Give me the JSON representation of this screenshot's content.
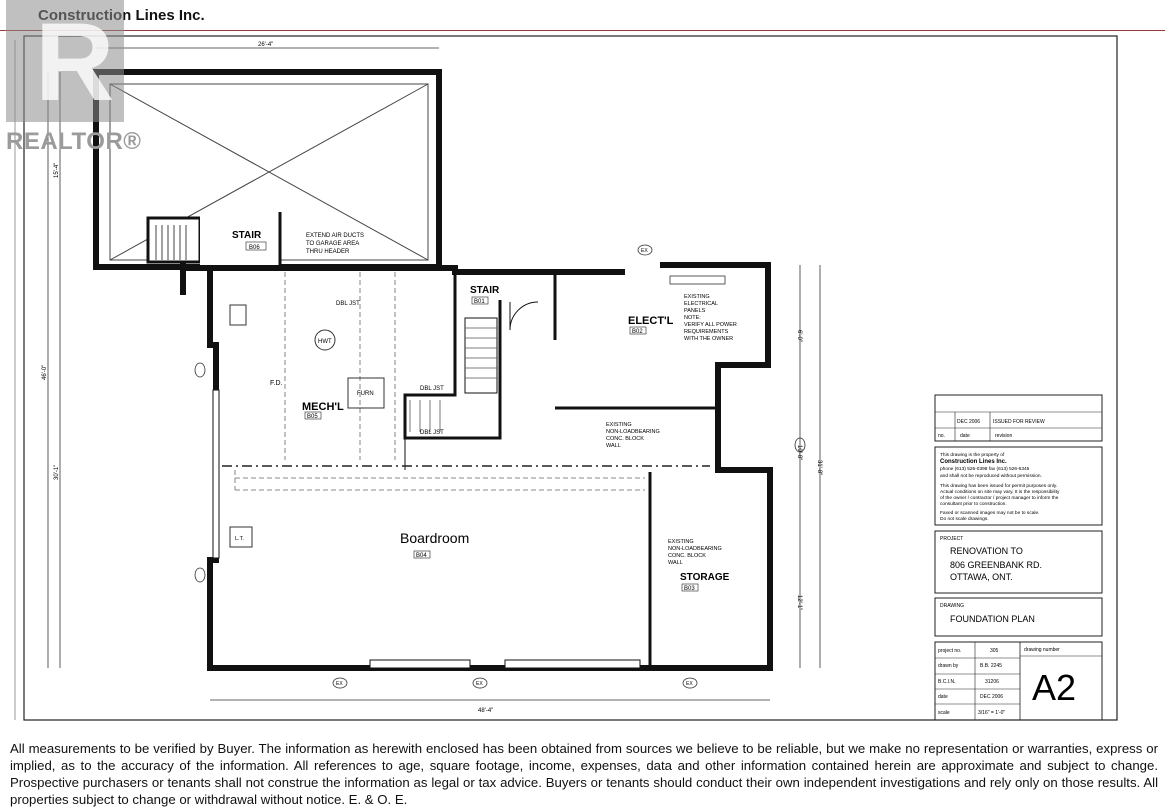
{
  "header": {
    "company": "Construction Lines Inc."
  },
  "watermark": {
    "brand": "REALTOR®",
    "logo_letter": "R"
  },
  "rooms": {
    "stair_upper": "STAIR",
    "stair_upper_code": "B06",
    "stair_mid": "STAIR",
    "stair_mid_code": "B01",
    "mech": "MECH'L",
    "mech_code": "B05",
    "electl": "ELECT'L",
    "electl_code": "B02",
    "boardroom": "Boardroom",
    "boardroom_code": "B04",
    "storage": "STORAGE",
    "storage_code": "B03"
  },
  "notes": {
    "air_ducts": [
      "EXTEND AIR DUCTS",
      "TO GARAGE AREA",
      "THRU HEADER"
    ],
    "electrical": [
      "EXISTING",
      "ELECTRICAL",
      "PANELS",
      "NOTE:",
      "VERIFY ALL POWER",
      "REQUIREMENTS",
      "WITH THE OWNER"
    ],
    "wall_1": [
      "EXISTING",
      "NON-LOADBEARING",
      "CONC. BLOCK",
      "WALL"
    ],
    "wall_2": [
      "EXISTING",
      "NON-LOADBEARING",
      "CONC. BLOCK",
      "WALL"
    ],
    "dbl_jst": "DBL JST",
    "hwt": "HWT",
    "furn": "FURN",
    "lt": "L.T.",
    "ex": "EX",
    "fd": "F.D."
  },
  "dimensions": {
    "top": "26'-4\"",
    "bottom": "48'-4\"",
    "left_1": "15'-4\"",
    "left_2": "46'-0\"",
    "left_3": "30'-1\"",
    "right_1": "6'-0\"",
    "right_2": "10'-8\"",
    "right_3": "31'-8\"",
    "right_4": "12'-1\""
  },
  "title_block": {
    "revision_date": "DEC 2006",
    "revision_desc": "ISSUED FOR REVIEW",
    "rev_col_no": "no.",
    "rev_col_date": "date",
    "rev_col_revision": "revision",
    "ownership": [
      "This drawing is the property of",
      "Construction Lines Inc.",
      "phone (613) 526-0398   fax (613) 526-6345",
      "and shall not be reproduced without permission."
    ],
    "permit_note": [
      "This drawing has been issued for permit purposes only.",
      "Actual conditions on site may vary. It is the responsibility",
      "of the owner / contractor / project manager to inform the",
      "consultant prior to construction."
    ],
    "scan_note": [
      "Faxed or scanned images may not be to scale.",
      "Do not scale drawings."
    ],
    "project_label": "PROJECT",
    "project_lines": [
      "RENOVATION TO",
      "806 GREENBANK RD.",
      "OTTAWA, ONT."
    ],
    "drawing_label": "DRAWING",
    "drawing_title": "FOUNDATION PLAN",
    "project_no_label": "project no.",
    "project_no": "305",
    "drawn_by_label": "drawn by",
    "drawn_by": "B.B. 2245",
    "bcin_label": "B.C.I.N.",
    "bcin": "31206",
    "date_label": "date",
    "date": "DEC 2006",
    "scale_label": "scale",
    "scale": "3/16\" = 1'-0\"",
    "drawing_number_label": "drawing number",
    "drawing_number": "A2"
  },
  "disclaimer": "All measurements to be verified by Buyer. The information as herewith enclosed has been obtained from sources we believe to be reliable, but we make no representation or warranties, express or implied, as to the accuracy of the information. All references to age, square footage, income, expenses, data and other information contained herein are approximate and subject to change. Prospective purchasers or tenants shall not construe the information as legal or tax advice. Buyers or tenants should conduct their own independent investigations and rely only on those results. All properties subject to change or withdrawal without notice. E. & O. E."
}
